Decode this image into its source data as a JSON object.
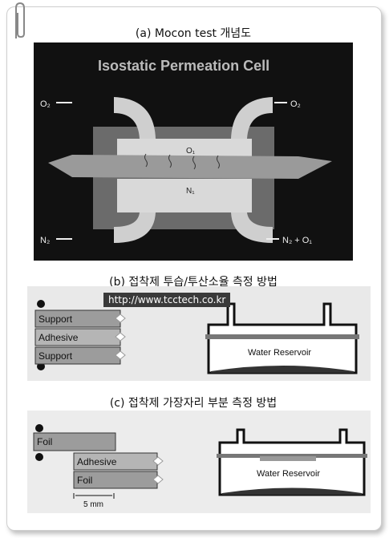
{
  "captions": {
    "a": "(a) Mocon test 개념도",
    "b": "(b) 접착제 투습/투산소율 측정 방법",
    "c": "(c) 접착제 가장자리 부분 측정 방법"
  },
  "cell": {
    "title": "Isostatic Permeation Cell",
    "o2_in": "O₂",
    "o2_out": "O₂",
    "o1": "O₁",
    "n1": "N₁",
    "n2_in": "N₂",
    "out_bottom": "N₂ + O₁"
  },
  "watermark": "http://www.tcctech.co.kr",
  "panel_b": {
    "layers": [
      "Support",
      "Adhesive",
      "Support"
    ],
    "reservoir": "Water Reservoir"
  },
  "panel_c": {
    "layers": [
      "Foil",
      "Adhesive",
      "Foil"
    ],
    "dimension": "5 mm",
    "reservoir": "Water Reservoir"
  }
}
